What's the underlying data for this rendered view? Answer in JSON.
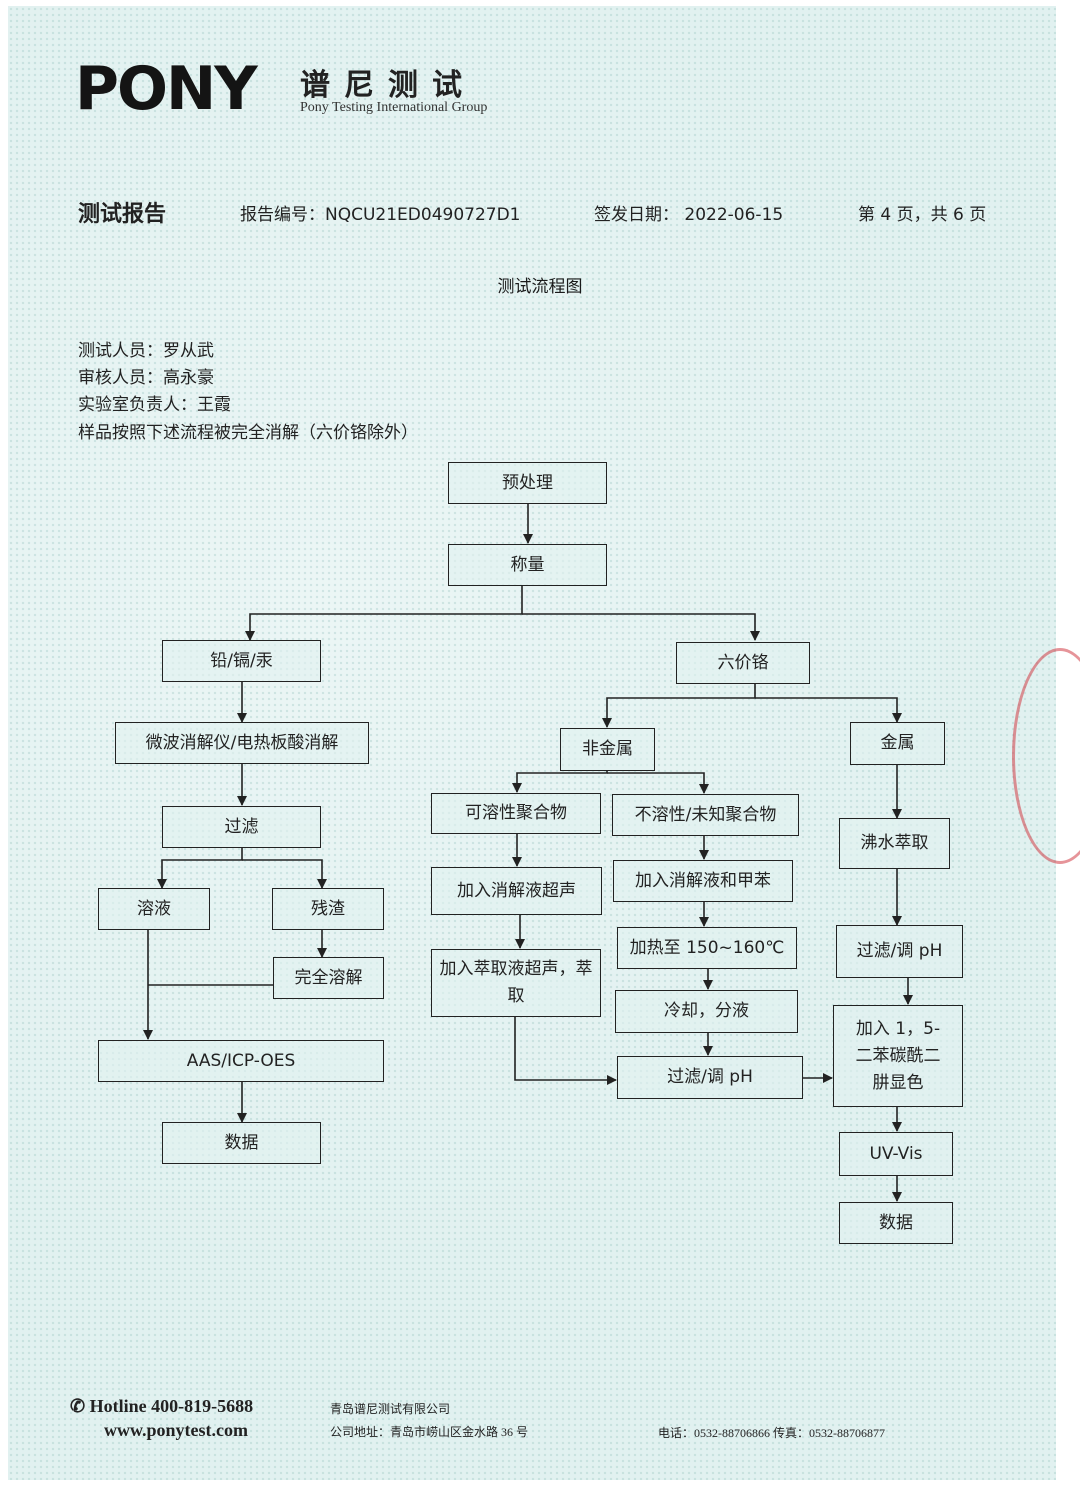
{
  "logo": {
    "brand": "PONY",
    "cn": "谱尼测试",
    "en": "Pony Testing International Group"
  },
  "header": {
    "title": "测试报告",
    "report_no": "报告编号：NQCU21ED0490727D1",
    "issue_date": "签发日期：  2022-06-15",
    "page": "第 4 页，共 6 页"
  },
  "chart_title": "测试流程图",
  "meta": {
    "tester": "测试人员：罗从武",
    "reviewer": "审核人员：高永豪",
    "lab_head": "实验室负责人：王霞",
    "note": "样品按照下述流程被完全消解（六价铬除外）"
  },
  "flow": {
    "pretreat": "预处理",
    "weigh": "称量",
    "pb": "铅/镉/汞",
    "cr6": "六价铬",
    "microwave": "微波消解仪/电热板酸消解",
    "filter1": "过滤",
    "solution": "溶液",
    "residue": "残渣",
    "dissolve": "完全溶解",
    "aas": "AAS/ICP-OES",
    "data1": "数据",
    "nonmetal": "非金属",
    "metal": "金属",
    "soluble": "可溶性聚合物",
    "insoluble": "不溶性/未知聚合物",
    "add_digest_ultra": "加入消解液超声",
    "add_digest_toluene": "加入消解液和甲苯",
    "add_extract": "加入萃取液超声，萃取",
    "heat": "加热至 150~160℃",
    "cool": "冷却，分液",
    "filter_ph": "过滤/调 pH",
    "boil": "沸水萃取",
    "filter_ph2": "过滤/调 pH",
    "dpc": "加入 1，5-二苯碳酰二肼显色",
    "uv": "UV-Vis",
    "data2": "数据"
  },
  "footer": {
    "hotline": "Hotline 400-819-5688",
    "website": "www.ponytest.com",
    "company": "青岛谱尼测试有限公司",
    "address": "公司地址：青岛市崂山区金水路 36 号",
    "tel": "电话：0532-88706866  传真：0532-88706877"
  }
}
